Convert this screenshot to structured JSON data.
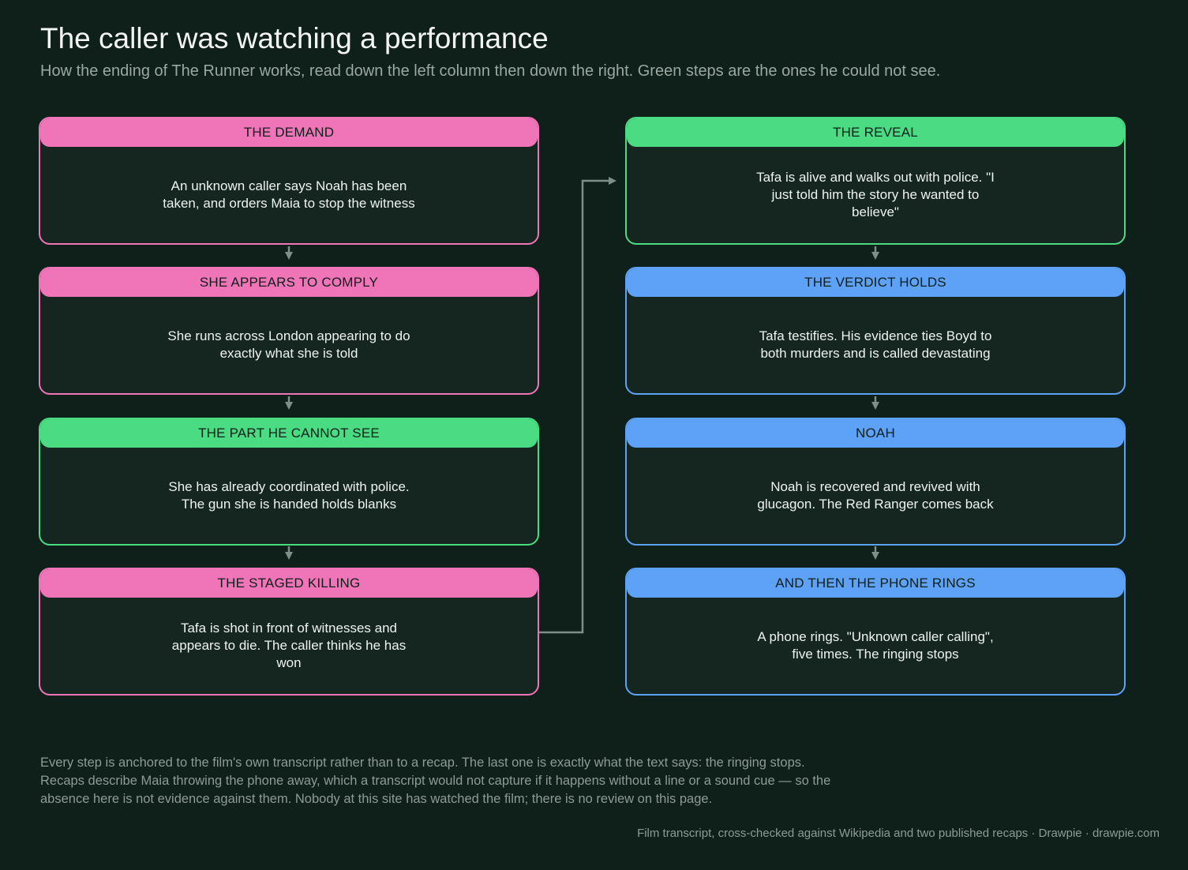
{
  "title": "The caller was watching a performance",
  "subtitle": "How the ending of The Runner works, read down the left column then down the right. Green steps are the ones he could not see.",
  "colors": {
    "background": "#0f1f1a",
    "pink": "#f074b8",
    "green": "#4adb83",
    "blue": "#5ea2f7",
    "connector": "#7f8f88"
  },
  "left_column": [
    {
      "heading": "THE DEMAND",
      "text": "An unknown caller says Noah has been taken, and orders Maia to stop the witness",
      "color": "pink"
    },
    {
      "heading": "SHE APPEARS TO COMPLY",
      "text": "She runs across London appearing to do exactly what she is told",
      "color": "pink"
    },
    {
      "heading": "THE PART HE CANNOT SEE",
      "text": "She has already coordinated with police. The gun she is handed holds blanks",
      "color": "green"
    },
    {
      "heading": "THE STAGED KILLING",
      "text": "Tafa is shot in front of witnesses and appears to die. The caller thinks he has won",
      "color": "pink"
    }
  ],
  "right_column": [
    {
      "heading": "THE REVEAL",
      "text": "Tafa is alive and walks out with police. \"I just told him the story he wanted to believe\"",
      "color": "green"
    },
    {
      "heading": "THE VERDICT HOLDS",
      "text": "Tafa testifies. His evidence ties Boyd to both murders and is called devastating",
      "color": "blue"
    },
    {
      "heading": "NOAH",
      "text": "Noah is recovered and revived with glucagon. The Red Ranger comes back",
      "color": "blue"
    },
    {
      "heading": "AND THEN THE PHONE RINGS",
      "text": "A phone rings. \"Unknown caller calling\", five times. The ringing stops",
      "color": "blue"
    }
  ],
  "note": "Every step is anchored to the film's own transcript rather than to a recap. The last one is exactly what the text says: the ringing stops. Recaps describe Maia throwing the phone away, which a transcript would not capture if it happens without a line or a sound cue — so the absence here is not evidence against them. Nobody at this site has watched the film; there is no review on this page.",
  "source": "Film transcript, cross-checked against Wikipedia and two published recaps  ·  Drawpie · drawpie.com"
}
